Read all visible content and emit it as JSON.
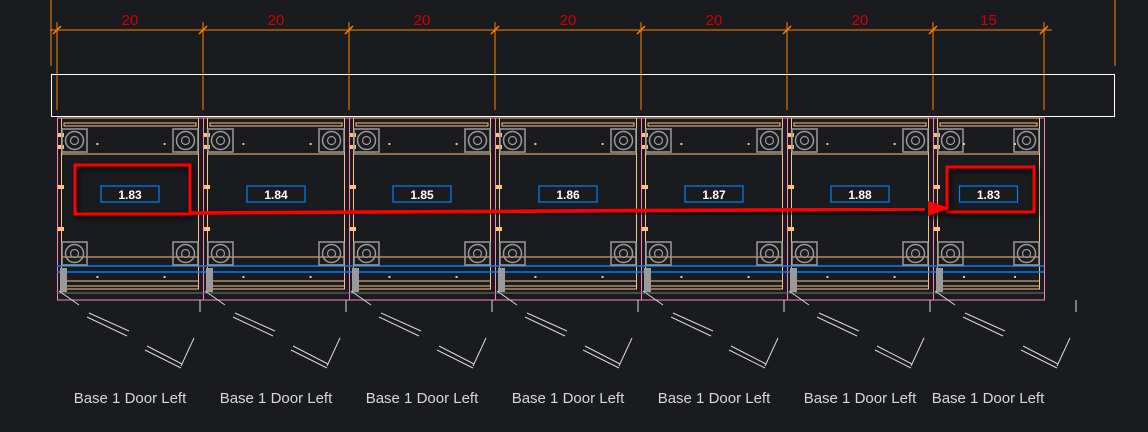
{
  "drawing": {
    "dimensions": [
      "20",
      "20",
      "20",
      "20",
      "20",
      "20",
      "15"
    ],
    "cabinets": [
      {
        "label": "1.83",
        "caption": "Base 1 Door Left",
        "highlighted": true
      },
      {
        "label": "1.84",
        "caption": "Base 1 Door Left",
        "highlighted": false
      },
      {
        "label": "1.85",
        "caption": "Base 1 Door Left",
        "highlighted": false
      },
      {
        "label": "1.86",
        "caption": "Base 1 Door Left",
        "highlighted": false
      },
      {
        "label": "1.87",
        "caption": "Base 1 Door Left",
        "highlighted": false
      },
      {
        "label": "1.88",
        "caption": "Base 1 Door Left",
        "highlighted": false
      },
      {
        "label": "1.83",
        "caption": "Base 1 Door Left",
        "highlighted": true
      }
    ],
    "colors": {
      "background": "#1a1b1f",
      "dimension_line": "#ff7f00",
      "dimension_text": "#d40000",
      "cabinet": "#ffc080",
      "outline": "#ff80c0",
      "label_box": "#0080ff",
      "highlight": "#ff0000",
      "fixture": "#9a9a9a",
      "door": "#d8d8d8"
    }
  }
}
